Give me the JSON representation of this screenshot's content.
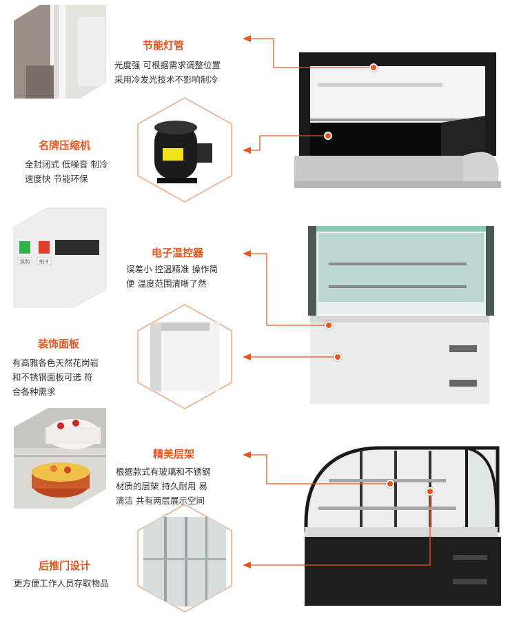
{
  "features": [
    {
      "title": "节能灯管",
      "desc": [
        "光度强 可根据需求调整位置",
        "采用冷发光技术不影响制冷"
      ]
    },
    {
      "title": "名牌压缩机",
      "desc": [
        "全封闭式 低噪音 制冷",
        "速度快 节能环保"
      ]
    },
    {
      "title": "电子温控器",
      "desc": [
        "误差小 控温精准 操作简",
        "便 温度范围清晰了然"
      ]
    },
    {
      "title": "装饰面板",
      "desc": [
        "有高雅各色天然花岗岩",
        "和不锈钢面板可选 符",
        "合各种需求"
      ]
    },
    {
      "title": "精美层架",
      "desc": [
        "根据款式有玻璃和不锈钢",
        "材质的层架 持久耐用 易",
        "清洁 共有两层展示空间"
      ]
    },
    {
      "title": "后推门设计",
      "desc": [
        "更方便工作人员存取物品"
      ]
    }
  ],
  "thumb_labels": {
    "switch1": "照明",
    "switch2": "制冷"
  },
  "colors": {
    "accent": "#e8561f",
    "hex_border": "#f0a882"
  }
}
